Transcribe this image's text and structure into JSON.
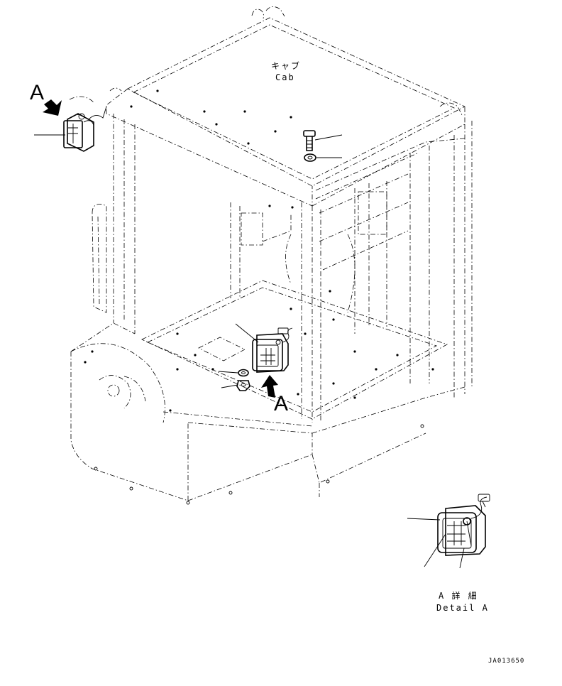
{
  "labels": {
    "view_marker_top": "A",
    "view_marker_bottom": "A",
    "cab_jp": "キャブ",
    "cab_en": "Cab",
    "detail_jp": "A 詳 細",
    "detail_en": "Detail A",
    "drawing_code": "JA013650"
  }
}
